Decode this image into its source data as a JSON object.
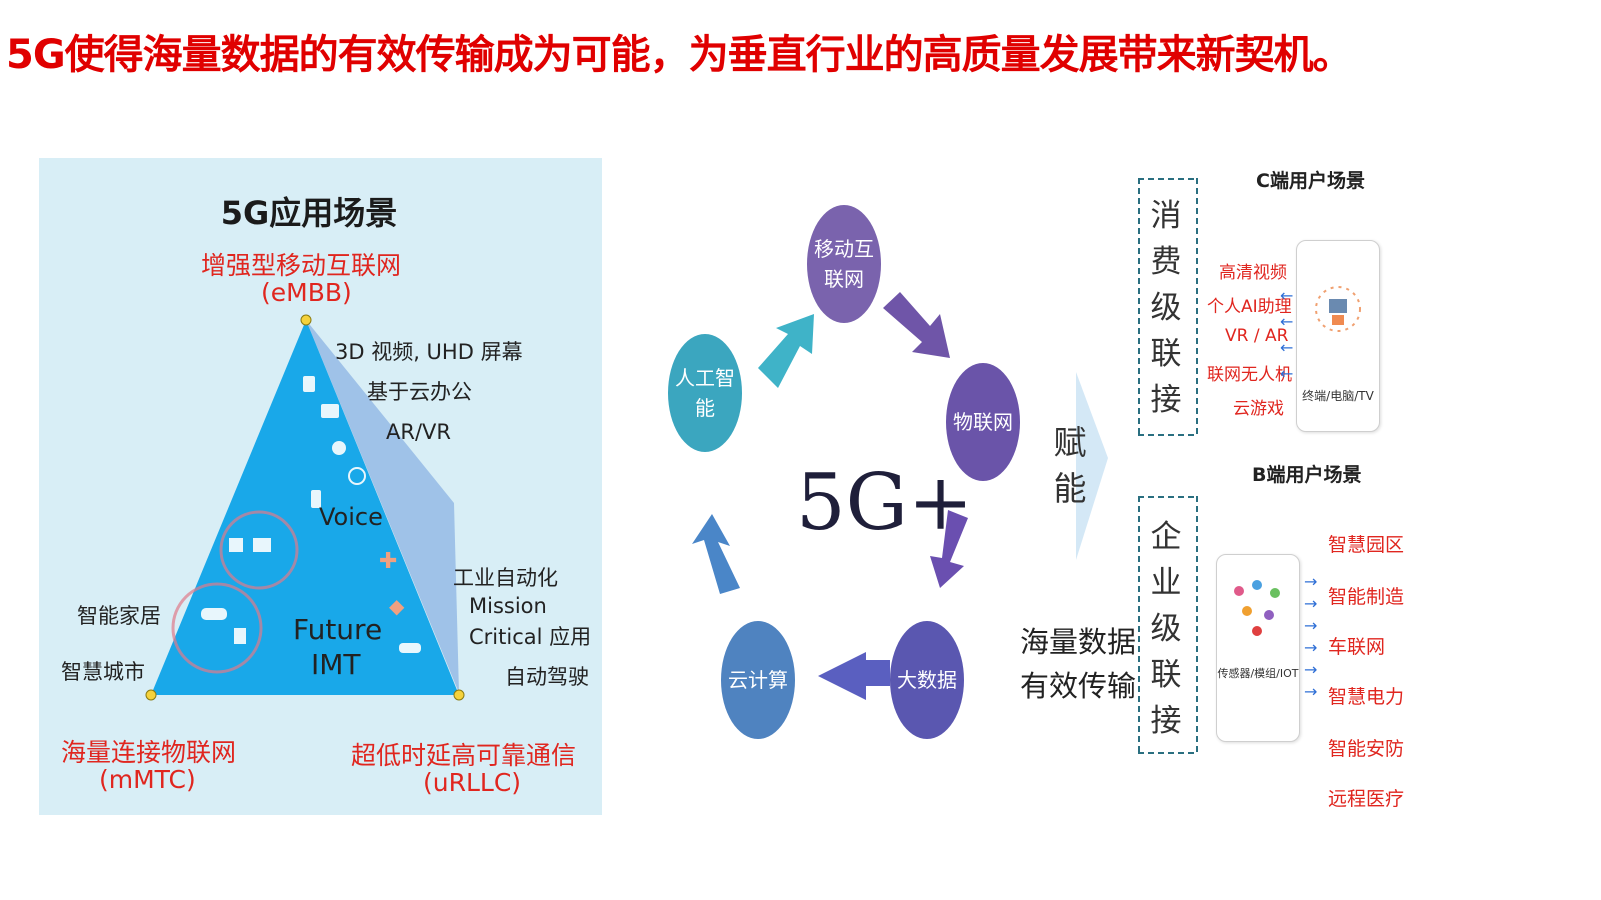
{
  "headline": "5G使得海量数据的有效传输成为可能，为垂直行业的高质量发展带来新契机。",
  "left_panel": {
    "title": "5G应用场景",
    "top_vertex": {
      "name": "增强型移动互联网",
      "abbr": "(eMBB)"
    },
    "bottom_left_vertex": {
      "name": "海量连接物联网",
      "abbr": "(mMTC)"
    },
    "bottom_right_vertex": {
      "name": "超低时延高可靠通信",
      "abbr": "(uRLLC)"
    },
    "embb_items": [
      "3D 视频, UHD 屏幕",
      "基于云办公",
      "AR/VR"
    ],
    "voice_label": "Voice",
    "center_label_1": "Future",
    "center_label_2": "IMT",
    "mmtc_items": [
      "智能家居",
      "智慧城市"
    ],
    "urllc_items": [
      "工业自动化",
      "Mission",
      "Critical 应用",
      "自动驾驶"
    ]
  },
  "right_panel": {
    "center_label": "5G+",
    "cycle_nodes": {
      "mobile_internet": "移动互联网",
      "iot": "物联网",
      "big_data": "大数据",
      "cloud": "云计算",
      "ai": "人工智能"
    },
    "empower_label": "赋能",
    "mass_data_line1": "海量数据",
    "mass_data_line2": "有效传输",
    "consumer": {
      "vertical_label": "消费级联接",
      "section_title": "C端用户场景",
      "items": [
        "高清视频",
        "个人AI助理",
        "VR / AR",
        "联网无人机",
        "云游戏"
      ],
      "device_caption": "终端/电脑/TV"
    },
    "enterprise": {
      "vertical_label": "企业级联接",
      "section_title": "B端用户场景",
      "items": [
        "智慧园区",
        "智能制造",
        "车联网",
        "智慧电力",
        "智能安防",
        "远程医疗"
      ],
      "device_caption": "传感器/模组/IOT"
    }
  },
  "colors": {
    "headline": "#e00000",
    "accent_red": "#e0261f",
    "triangle": "#22a9e6",
    "panel_bg": "#d8eef6"
  }
}
